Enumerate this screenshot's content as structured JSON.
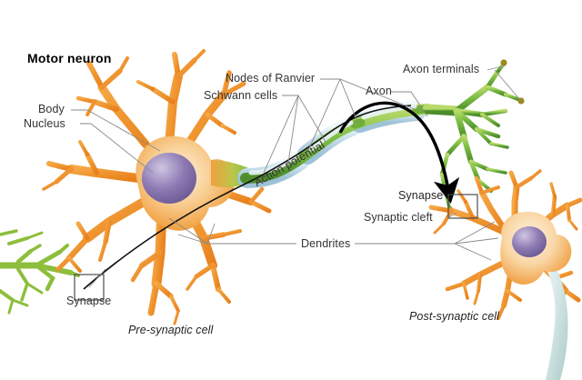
{
  "diagram": {
    "title": "Motor neuron",
    "type": "neuron-synapse-schematic",
    "colors": {
      "soma_orange": "#F0972E",
      "soma_light": "#FBE3C2",
      "nucleus_purple": "#7E6BA8",
      "axon_green": "#7DBE45",
      "axon_green_light": "#A8CF5E",
      "myelin_blue": "#BFD9E8",
      "arrow_black": "#000000",
      "leader_gray": "#808080",
      "text_gray": "#4d4d4d"
    }
  },
  "labels": {
    "title": "Motor neuron",
    "body": "Body",
    "nucleus": "Nucleus",
    "nodes_of_ranvier": "Nodes of Ranvier",
    "schwann_cells": "Schwann cells",
    "axon": "Axon",
    "axon_terminals": "Axon terminals",
    "action_potential": "Action potential",
    "synapse_left": "Synapse",
    "synapse_right": "Synapse",
    "synaptic_cleft": "Synaptic cleft",
    "dendrites": "Dendrites",
    "pre_synaptic_cell": "Pre-synaptic cell",
    "post_synaptic_cell": "Post-synaptic cell"
  }
}
